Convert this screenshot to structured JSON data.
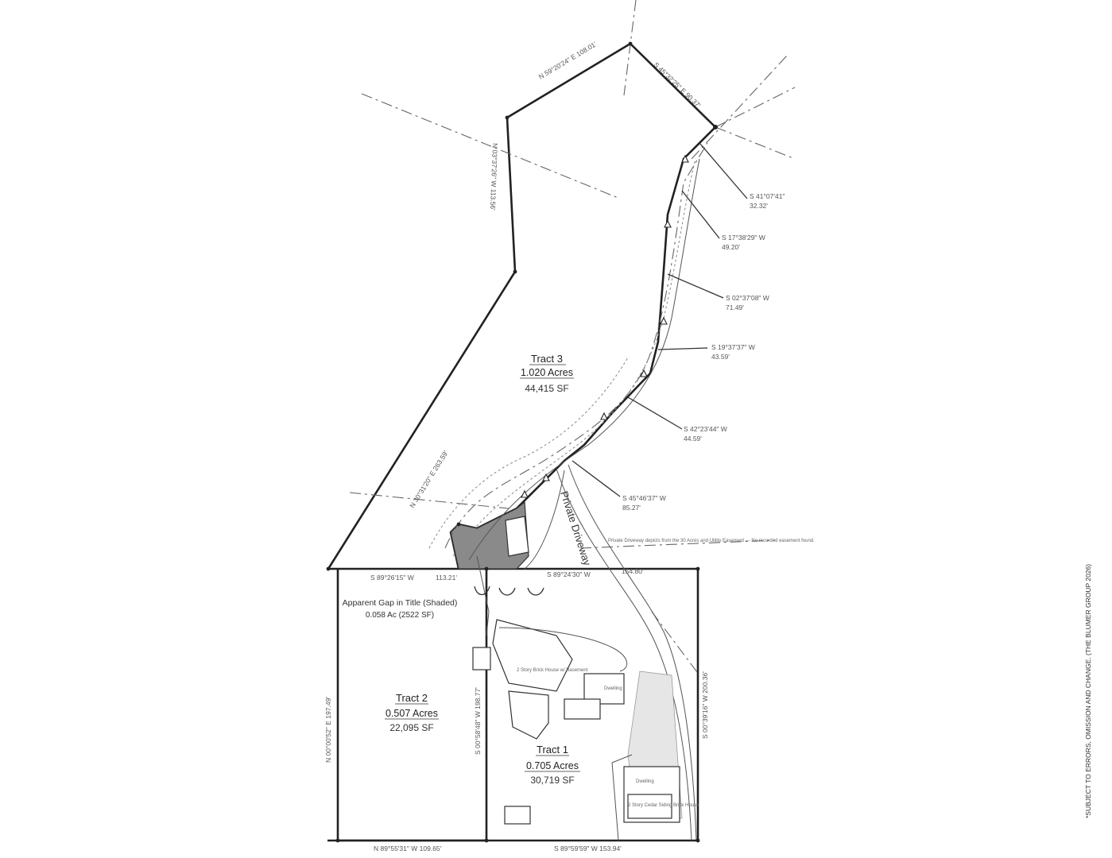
{
  "tracts": [
    {
      "name": "Tract 3",
      "acres": "1.020 Acres",
      "sf": "44,415 SF"
    },
    {
      "name": "Tract 2",
      "acres": "0.507 Acres",
      "sf": "22,095 SF"
    },
    {
      "name": "Tract 1",
      "acres": "0.705 Acres",
      "sf": "30,719 SF"
    }
  ],
  "gap": {
    "title": "Apparent Gap in Title (Shaded)",
    "area": "0.058 Ac (2522 SF)"
  },
  "driveway": "Private Driveway",
  "bearings": [
    "N 59°20'24\" E 108.01'",
    "S 45°32'25\" E 90.37'",
    "N 03°37'26\" W 113.56'",
    "N 30°31'20\" E 263.59'",
    "S 41°07'41\"",
    "32.32'",
    "S 17°38'29\" W",
    "49.20'",
    "S 02°37'08\" W",
    "71.49'",
    "S 19°37'37\" W",
    "43.59'",
    "S 42°23'44\" W",
    "44.59'",
    "S 45°46'37\" W",
    "85.27'",
    "S 89°26'15\" W",
    "113.21'",
    "S 89°24'30\" W",
    "154.80'",
    "S 00°58'48\" W 198.77'",
    "N 00°00'52\" E 197.49'",
    "S 00°39'16\" W 200.36'",
    "N 89°55'31\" W 109.65'",
    "S 89°59'59\" W 153.94'"
  ],
  "labels": {
    "house1": "2 Story Brick House w/ Basement",
    "house2": "2 Story Cedar Siding Brick House",
    "driveway_note": "Private Driveway depicts from the 30 Acres and Utility Easement — No recorded easement found.",
    "dwelling": "Dwelling"
  },
  "disclaimer": "*SUBJECT TO ERRORS, OMISSION AND CHANGE. (THE BLUMER GROUP 2026)"
}
